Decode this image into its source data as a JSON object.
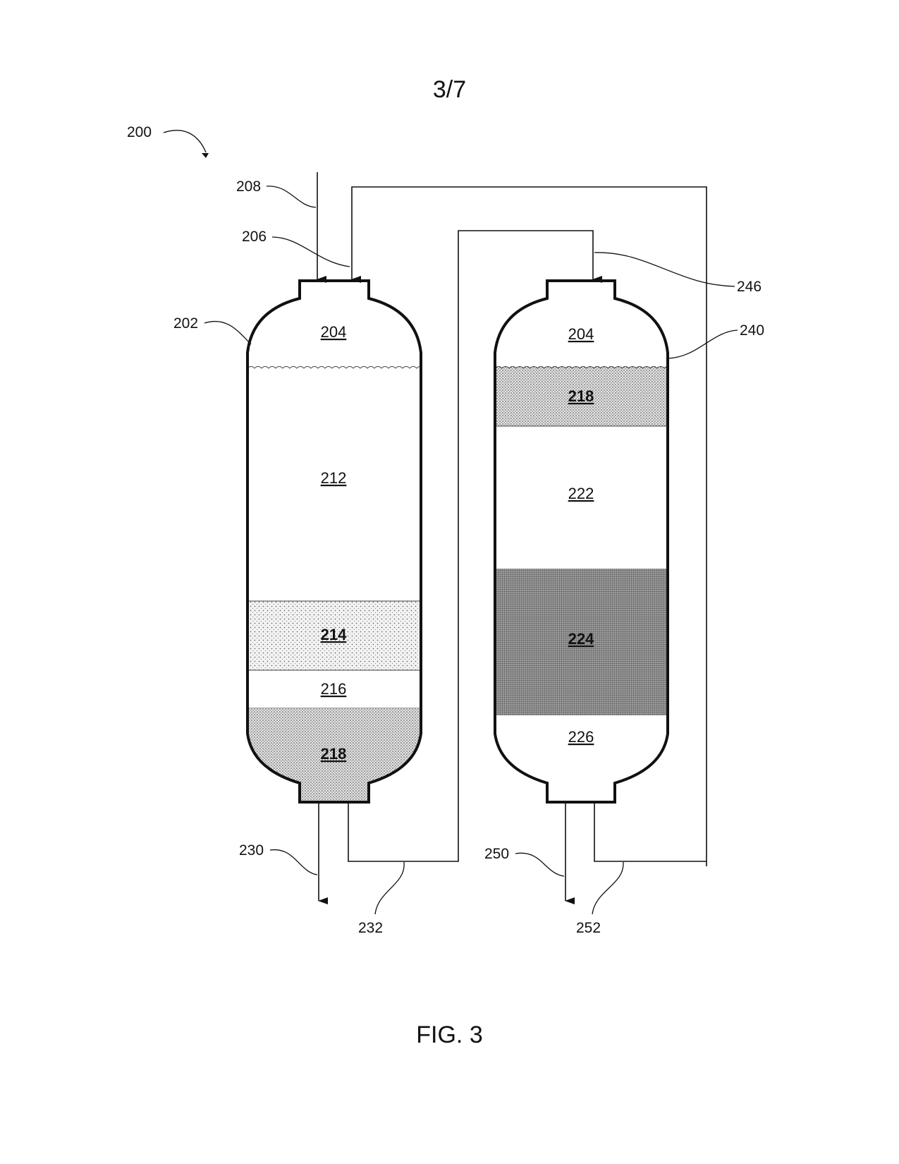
{
  "sheet_number": "3/7",
  "figure_caption": "FIG. 3",
  "system_ref": "200",
  "streams": {
    "feed_inlet": "208",
    "recycle_inlet": "206",
    "second_inlet": "246",
    "first_bottom_outlet": "230",
    "first_recycle_outlet": "232",
    "second_bottom_outlet": "250",
    "second_recycle_outlet": "252"
  },
  "vessels": {
    "first": {
      "ref": "202",
      "zones": {
        "head_space": "204",
        "upper_bed": "212",
        "middle_bed": "214",
        "support_layer": "216",
        "bottom_bed": "218"
      }
    },
    "second": {
      "ref": "240",
      "zones": {
        "head_space": "204",
        "top_bed": "218",
        "upper_bed": "222",
        "middle_bed": "224",
        "bottom_zone": "226"
      }
    }
  }
}
